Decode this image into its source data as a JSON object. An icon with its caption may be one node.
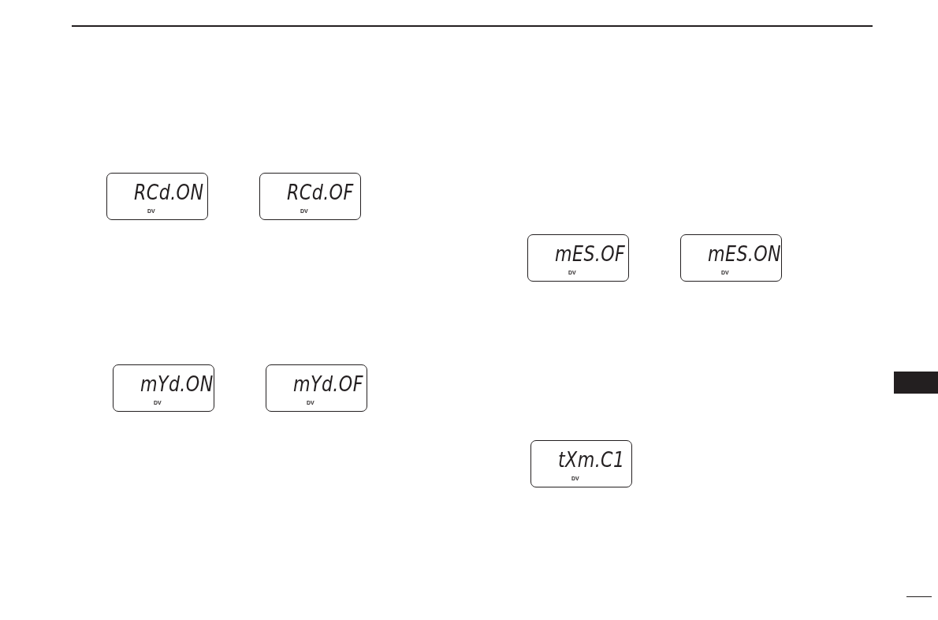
{
  "diagram": {
    "nodes": [
      {
        "text": [
          "RCd.ON",
          "DV"
        ]
      },
      {
        "text": [
          "RCd.OF",
          "DV"
        ]
      },
      {
        "text": [
          "mYd.ON",
          "DV"
        ]
      },
      {
        "text": [
          "mYd.OF",
          "DV"
        ]
      },
      {
        "text": [
          "mES.OF",
          "DV"
        ]
      },
      {
        "text": [
          "mES.ON",
          "DV"
        ]
      },
      {
        "text": [
          "tXm.C1",
          "DV"
        ]
      }
    ],
    "edges": []
  }
}
